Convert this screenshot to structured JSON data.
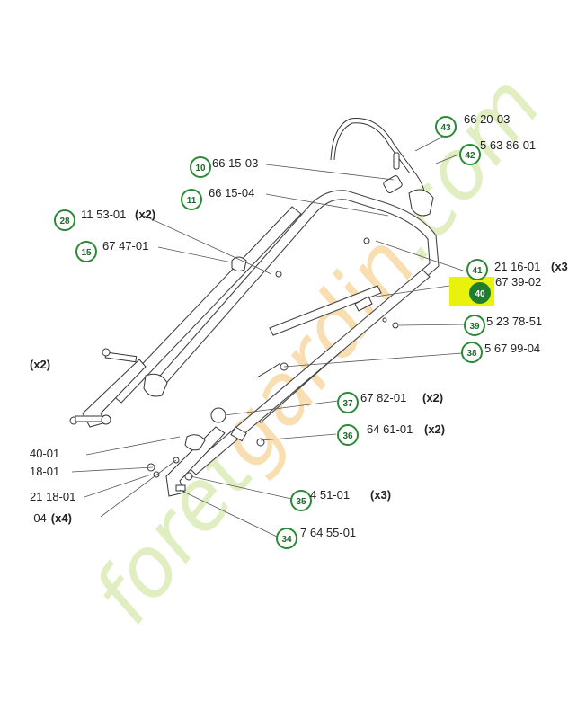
{
  "watermark": {
    "text_a": "foret",
    "text_b": "gardin",
    "text_c": ".com"
  },
  "highlight_color": "#e8f20a",
  "callouts": [
    {
      "num": "43",
      "code": "66 20-03",
      "qty": ""
    },
    {
      "num": "42",
      "code": "5 63 86-01",
      "qty": ""
    },
    {
      "num": "10",
      "code": "66 15-03",
      "qty": ""
    },
    {
      "num": "11",
      "code": "66 15-04",
      "qty": ""
    },
    {
      "num": "28",
      "code": "11 53-01",
      "qty": "(x2)"
    },
    {
      "num": "15",
      "code": "67 47-01",
      "qty": ""
    },
    {
      "num": "41",
      "code": "21 16-01",
      "qty": "(x3"
    },
    {
      "num": "40",
      "code": "67 39-02",
      "qty": ""
    },
    {
      "num": "39",
      "code": "5 23 78-51",
      "qty": ""
    },
    {
      "num": "38",
      "code": "5 67 99-04",
      "qty": ""
    },
    {
      "num": "37",
      "code": "67 82-01",
      "qty": "(x2)"
    },
    {
      "num": "36",
      "code": "64 61-01",
      "qty": "(x2)"
    },
    {
      "num": "35",
      "code": "4 51-01",
      "qty": "(x3)"
    },
    {
      "num": "34",
      "code": "7 64 55-01",
      "qty": ""
    }
  ],
  "left_labels": [
    {
      "text": "(x2)"
    },
    {
      "text": "40-01"
    },
    {
      "text": "18-01"
    },
    {
      "text": "21 18-01"
    },
    {
      "text": "-04",
      "qty": "(x4)"
    }
  ]
}
